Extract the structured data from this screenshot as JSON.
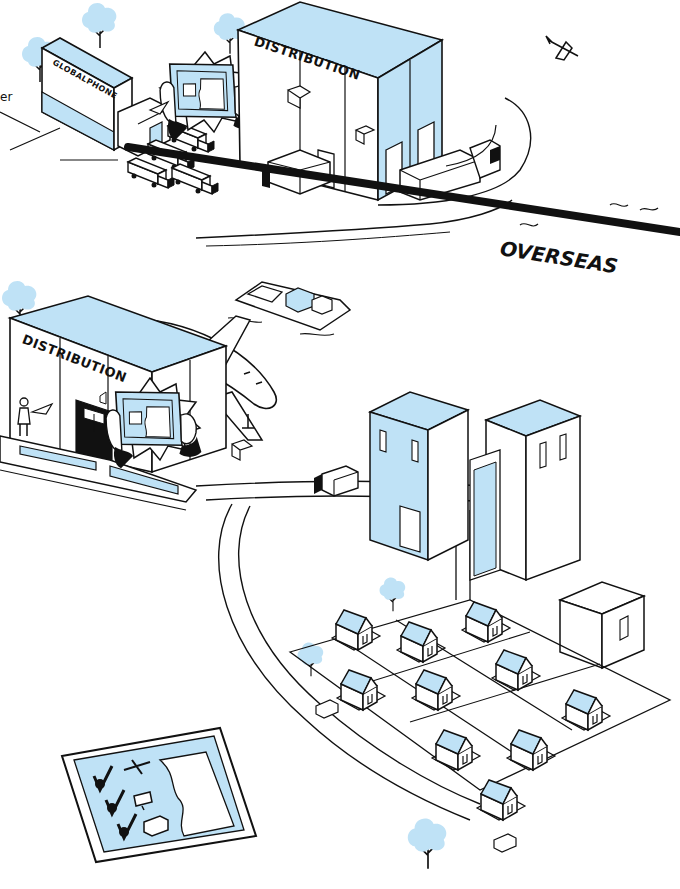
{
  "diagram": {
    "nodes": [
      {
        "text": [
          "GLOBALPHONE"
        ]
      },
      {
        "text": [
          "DISTRIBUTION"
        ]
      },
      {
        "text": [
          "DISTRIBUTION"
        ]
      }
    ],
    "labels": [
      "er",
      "OVERSEAS"
    ]
  }
}
